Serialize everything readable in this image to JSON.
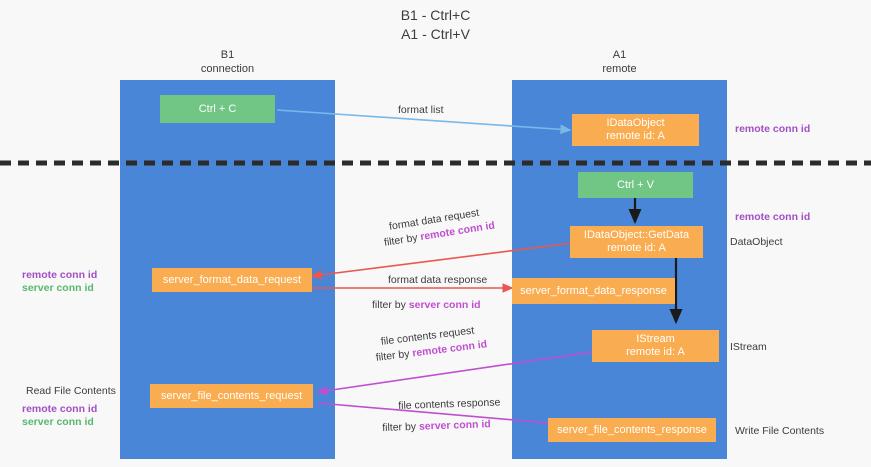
{
  "title": "B1 - Ctrl+C\nA1 - Ctrl+V",
  "columns": {
    "left": "B1\nconnection",
    "right": "A1\nremote"
  },
  "boxes": {
    "ctrl_c": "Ctrl + C",
    "ctrl_v": "Ctrl + V",
    "idataobject": "IDataObject\nremote id: A",
    "getdata": "IDataObject::GetData\nremote id: A",
    "istream": "IStream\nremote id: A",
    "server_format_data_request": "server_format_data_request",
    "server_format_data_response": "server_format_data_response",
    "server_file_contents_request": "server_file_contents_request",
    "server_file_contents_response": "server_file_contents_response"
  },
  "middle_labels": {
    "format_list": "format list",
    "format_data_request": "format data request",
    "format_data_request_filter_prefix": "filter by ",
    "format_data_request_filter_key": "remote conn id",
    "format_data_response": "format data response",
    "format_data_response_filter_prefix": "filter by ",
    "format_data_response_filter_key": "server conn id",
    "file_contents_request": "file contents request",
    "file_contents_request_filter_prefix": "filter by ",
    "file_contents_request_filter_key": "remote conn id",
    "file_contents_response": "file contents response",
    "file_contents_response_filter_prefix": "filter by ",
    "file_contents_response_filter_key": "server conn id"
  },
  "right_labels": {
    "remote_conn_id_top": "remote conn id",
    "remote_conn_id_mid": "remote conn id",
    "dataobject": "DataObject",
    "istream": "IStream",
    "write_file_contents": "Write File Contents"
  },
  "left_labels": {
    "remote_conn_id": "remote conn id",
    "server_conn_id": "server conn id",
    "read_file_contents": "Read File Contents",
    "remote_conn_id_2": "remote conn id",
    "server_conn_id_2": "server conn id"
  },
  "colors": {
    "lane": "#4a86d8",
    "green_box": "#72c685",
    "orange_box": "#f9ac50",
    "purple_text": "#a24fc4",
    "green_text": "#57b86d",
    "magenta_text": "#c04fd0",
    "red_arrow": "#e8584f",
    "blue_arrow": "#7ab8e8",
    "magenta_arrow": "#c04fd0",
    "divider": "#2b2b2b",
    "background": "#f8f8f8"
  }
}
